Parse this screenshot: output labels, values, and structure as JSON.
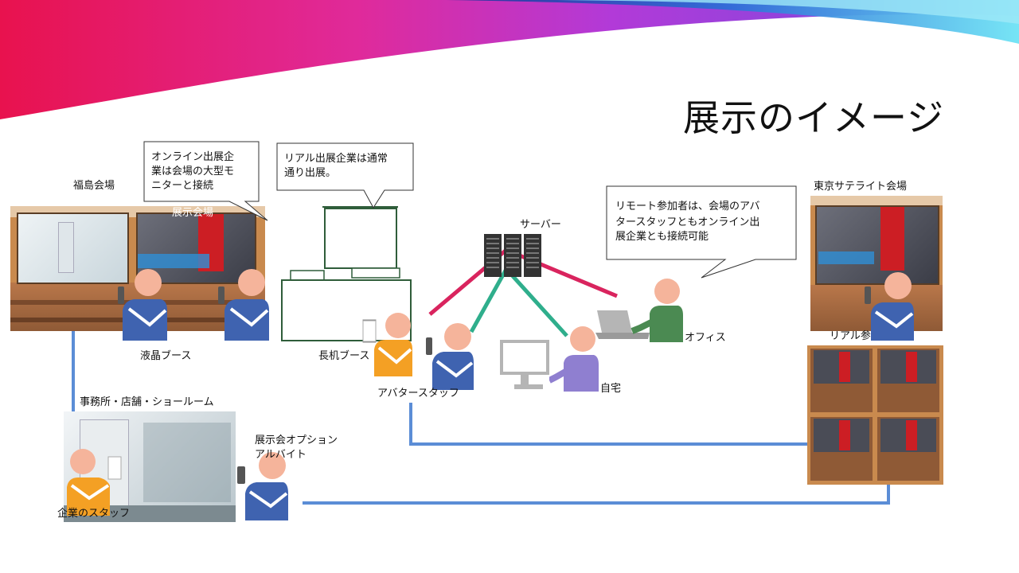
{
  "slide": {
    "title": "展示のイメージ"
  },
  "labels": {
    "fukushima": "福島会場",
    "tenji_kaijo": "展示会場",
    "ekisho_booth": "液晶ブース",
    "nagatsukue_booth": "長机ブース",
    "avatar_staff": "アバタースタッフ",
    "server": "サーバー",
    "office": "オフィス",
    "home": "自宅",
    "tokyo": "東京サテライト会場",
    "real_participants": "リアル参加者",
    "jimusho": "事務所・店舗・ショールーム",
    "kigyo_staff": "企業のスタッフ",
    "option_line1": "展示会オプション",
    "option_line2": "アルバイト"
  },
  "callouts": {
    "online": [
      "オンライン出展企",
      "業は会場の大型モ",
      "ニターと接続"
    ],
    "real": [
      "リアル出展企業は通常",
      "通り出展。"
    ],
    "remote": [
      "リモート参加者は、会場のアバ",
      "タースタッフともオンライン出",
      "展企業とも接続可能"
    ]
  },
  "colors": {
    "accent_pink": "#d9245e",
    "accent_teal": "#2fae8c",
    "link_blue": "#5b8dd6",
    "person_blue": "#3f63b0",
    "person_orange": "#f4a024",
    "person_green": "#4b8a52",
    "person_purple": "#8f7fd0",
    "skin": "#f5b49b"
  }
}
